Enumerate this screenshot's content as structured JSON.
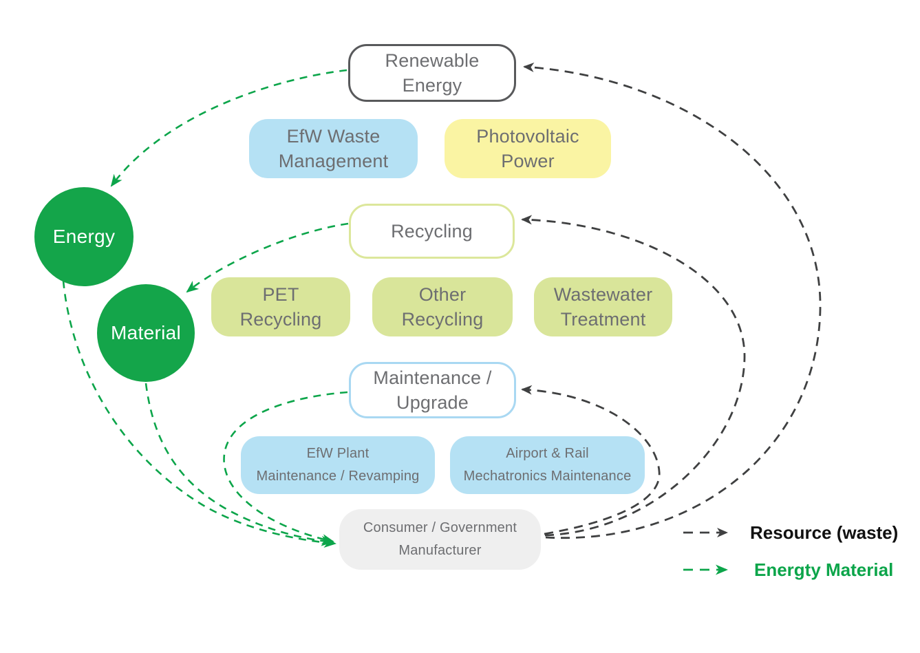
{
  "nodes": {
    "renewable_energy": {
      "line1": "Renewable",
      "line2": "Energy"
    },
    "efw_waste_management": {
      "line1": "EfW Waste",
      "line2": "Management"
    },
    "photovoltaic_power": {
      "line1": "Photovoltaic",
      "line2": "Power"
    },
    "recycling": {
      "label": "Recycling"
    },
    "pet_recycling": {
      "line1": "PET",
      "line2": "Recycling"
    },
    "other_recycling": {
      "line1": "Other",
      "line2": "Recycling"
    },
    "wastewater_treatment": {
      "line1": "Wastewater",
      "line2": "Treatment"
    },
    "maintenance_upgrade": {
      "line1": "Maintenance /",
      "line2": "Upgrade"
    },
    "efw_plant_maintenance": {
      "line1": "EfW Plant",
      "line2": "Maintenance / Revamping"
    },
    "airport_rail_maintenance": {
      "line1": "Airport & Rail",
      "line2": "Mechatronics Maintenance"
    },
    "consumer_government": {
      "line1": "Consumer / Government",
      "line2": "Manufacturer"
    },
    "energy_circle": {
      "label": "Energy"
    },
    "material_circle": {
      "label": "Material"
    }
  },
  "legend": {
    "resource": {
      "label": "Resource (waste)",
      "color": "#111111",
      "line_style": "dashed"
    },
    "energy_material": {
      "label": "Energty Material",
      "color": "#0CA54A",
      "line_style": "dashed"
    }
  },
  "flows": {
    "resource_waste": [
      "consumer_government -> renewable_energy",
      "consumer_government -> recycling",
      "consumer_government -> maintenance_upgrade"
    ],
    "energy_material": [
      "renewable_energy -> energy_circle",
      "recycling -> material_circle",
      "energy_circle -> consumer_government",
      "material_circle -> consumer_government",
      "maintenance_upgrade -> consumer_government"
    ]
  },
  "colors": {
    "green": "#0CA54A",
    "circle_green": "#14A54A",
    "light_blue": "#B5E1F4",
    "blue_border": "#A9D8F2",
    "pale_yellow": "#FAF4A3",
    "olive_green": "#D9E59A",
    "olive_border": "#DCE79B",
    "gray_border": "#58595B",
    "text_gray": "#6D6E71",
    "consumer_gray": "#EFEFEF",
    "arrow_dark": "#3F4041"
  }
}
